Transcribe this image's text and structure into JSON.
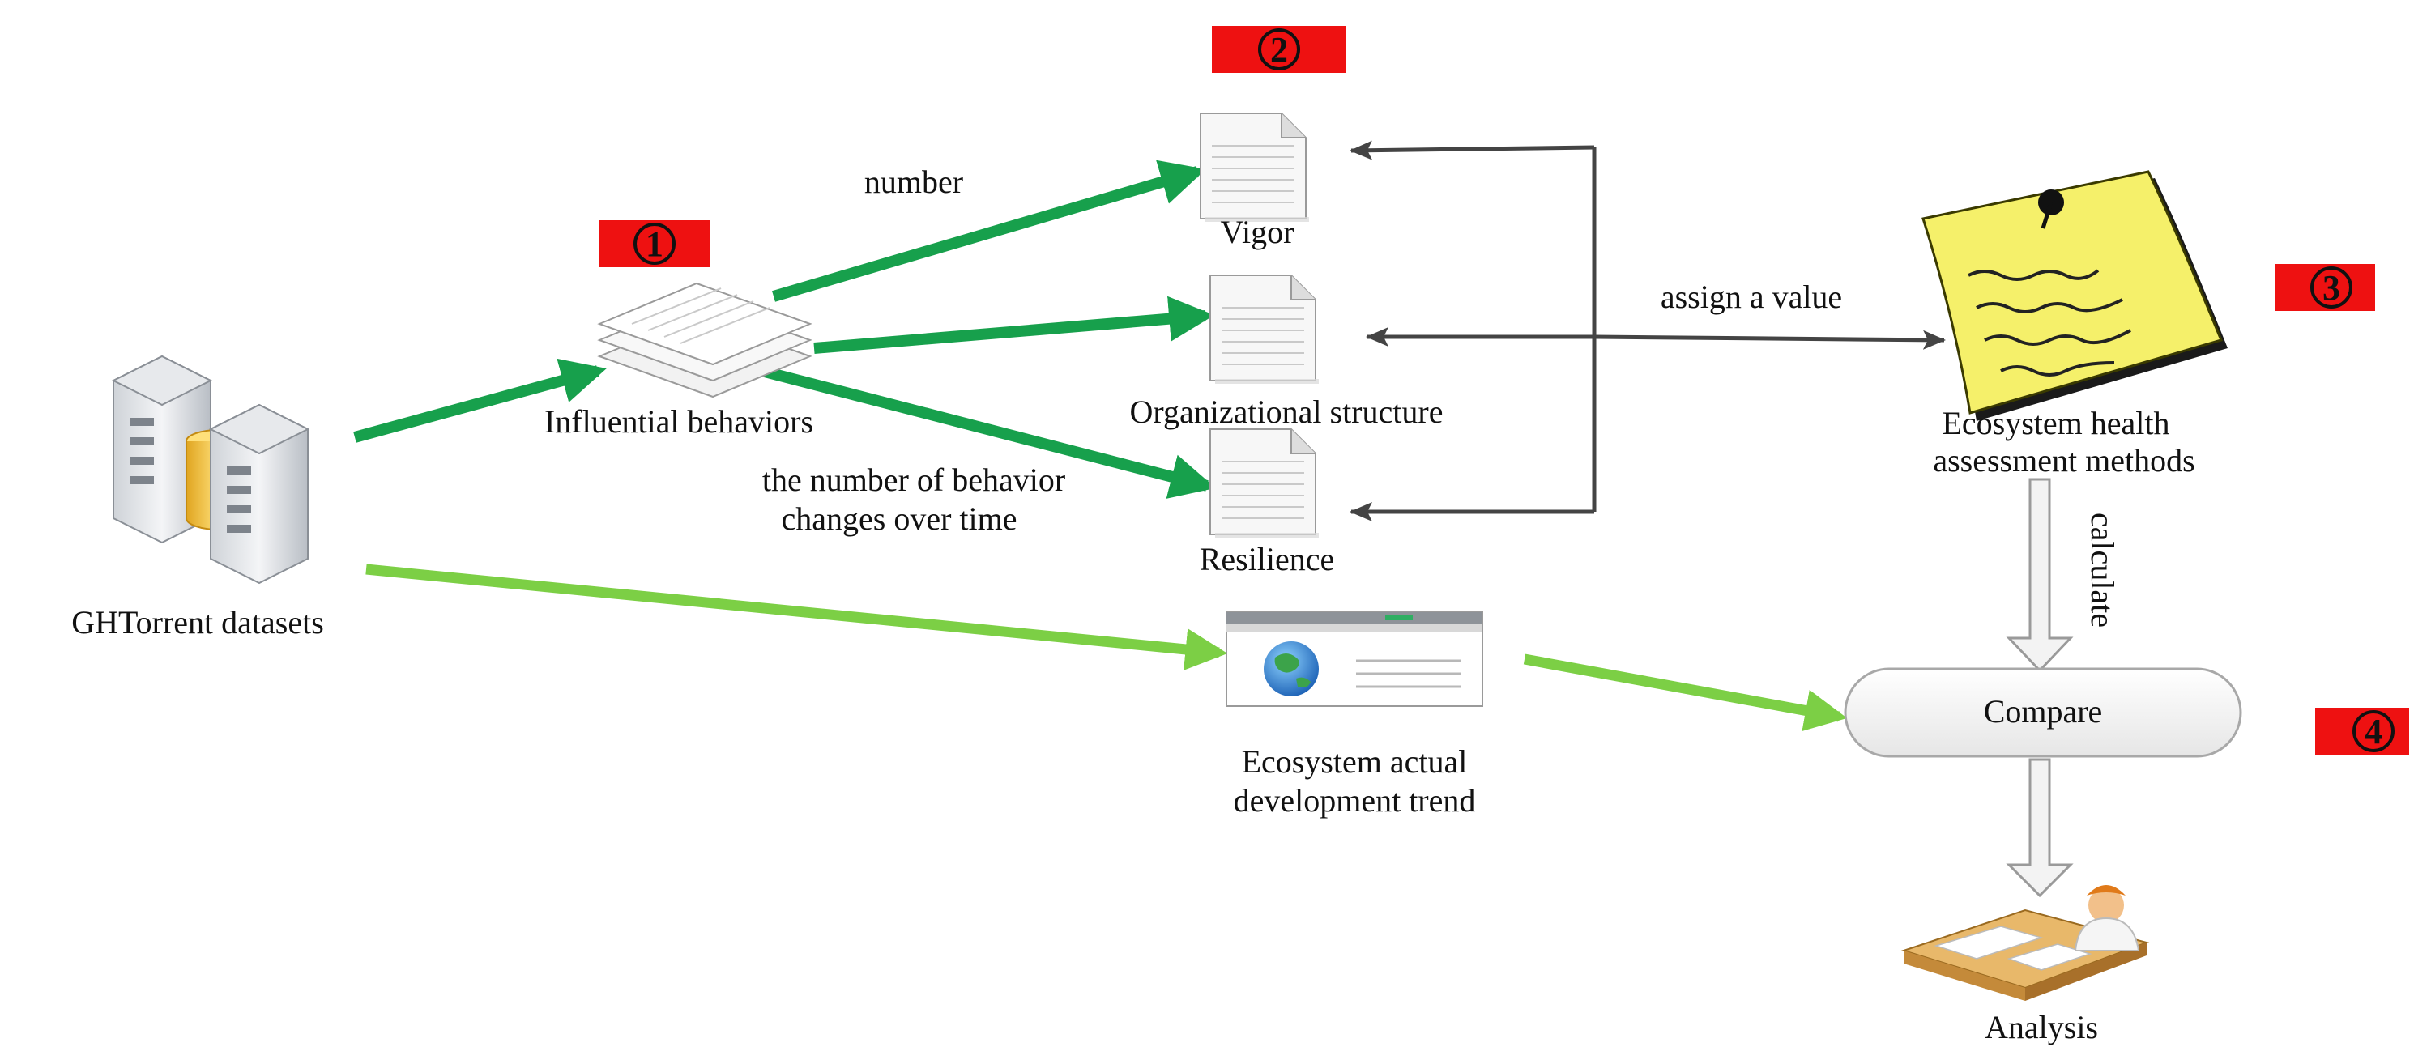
{
  "labels": {
    "source": "GHTorrent datasets",
    "behaviors": "Influential behaviors",
    "edge_number": "number",
    "edge_changes_line1": "the number of behavior",
    "edge_changes_line2": "changes over time",
    "vigor": "Vigor",
    "org": "Organizational structure",
    "resilience": "Resilience",
    "assign": "assign a value",
    "health_line1": "Ecosystem health",
    "health_line2": "assessment methods",
    "calculate": "calculate",
    "compare": "Compare",
    "trend_line1": "Ecosystem actual",
    "trend_line2": "development trend",
    "analysis": "Analysis"
  },
  "badges": {
    "b1": "1",
    "b2": "2",
    "b3": "3",
    "b4": "4"
  },
  "colors": {
    "badge_bg": "#ee1111",
    "arrow_dark_green": "#17a04c",
    "arrow_light_green": "#7ccf45",
    "connector_gray": "#555555",
    "note_yellow": "#f5f06a"
  },
  "icons": {
    "source": "server-database-icon",
    "behaviors": "document-stack-icon",
    "documents": "document-icon",
    "health": "pinned-note-icon",
    "trend": "browser-globe-icon",
    "analysis": "person-at-desk-icon"
  }
}
